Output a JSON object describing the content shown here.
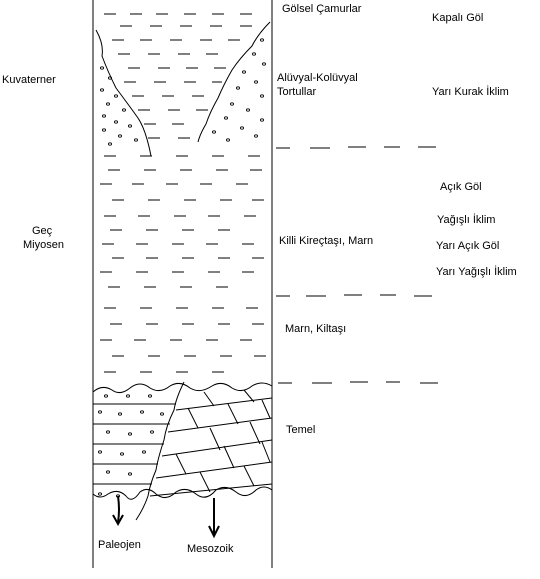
{
  "left_labels": {
    "quaternary": "Kuvaterner",
    "late_miocene_line1": "Geç",
    "late_miocene_line2": "Miyosen"
  },
  "column_labels": {
    "lake_mud": "Gölsel Çamurlar",
    "alluvial_line1": "Alüvyal-Kolüvyal",
    "alluvial_line2": "Tortullar",
    "clayey_limestone": "Killi Kireçtaşı, Marn",
    "marl_siltstone": "Marn, Kiltaşı",
    "basement": "Temel"
  },
  "environment_labels": {
    "closed_lake": "Kapalı Göl",
    "semi_arid": "Yarı Kurak İklim",
    "open_lake": "Açık Göl",
    "humid": "Yağışlı İklim",
    "semi_open_lake": "Yarı Açık Göl",
    "semi_humid": "Yarı Yağışlı İklim"
  },
  "basement_units": {
    "paleogene": "Paleojen",
    "mesozoic": "Mesozoik"
  }
}
